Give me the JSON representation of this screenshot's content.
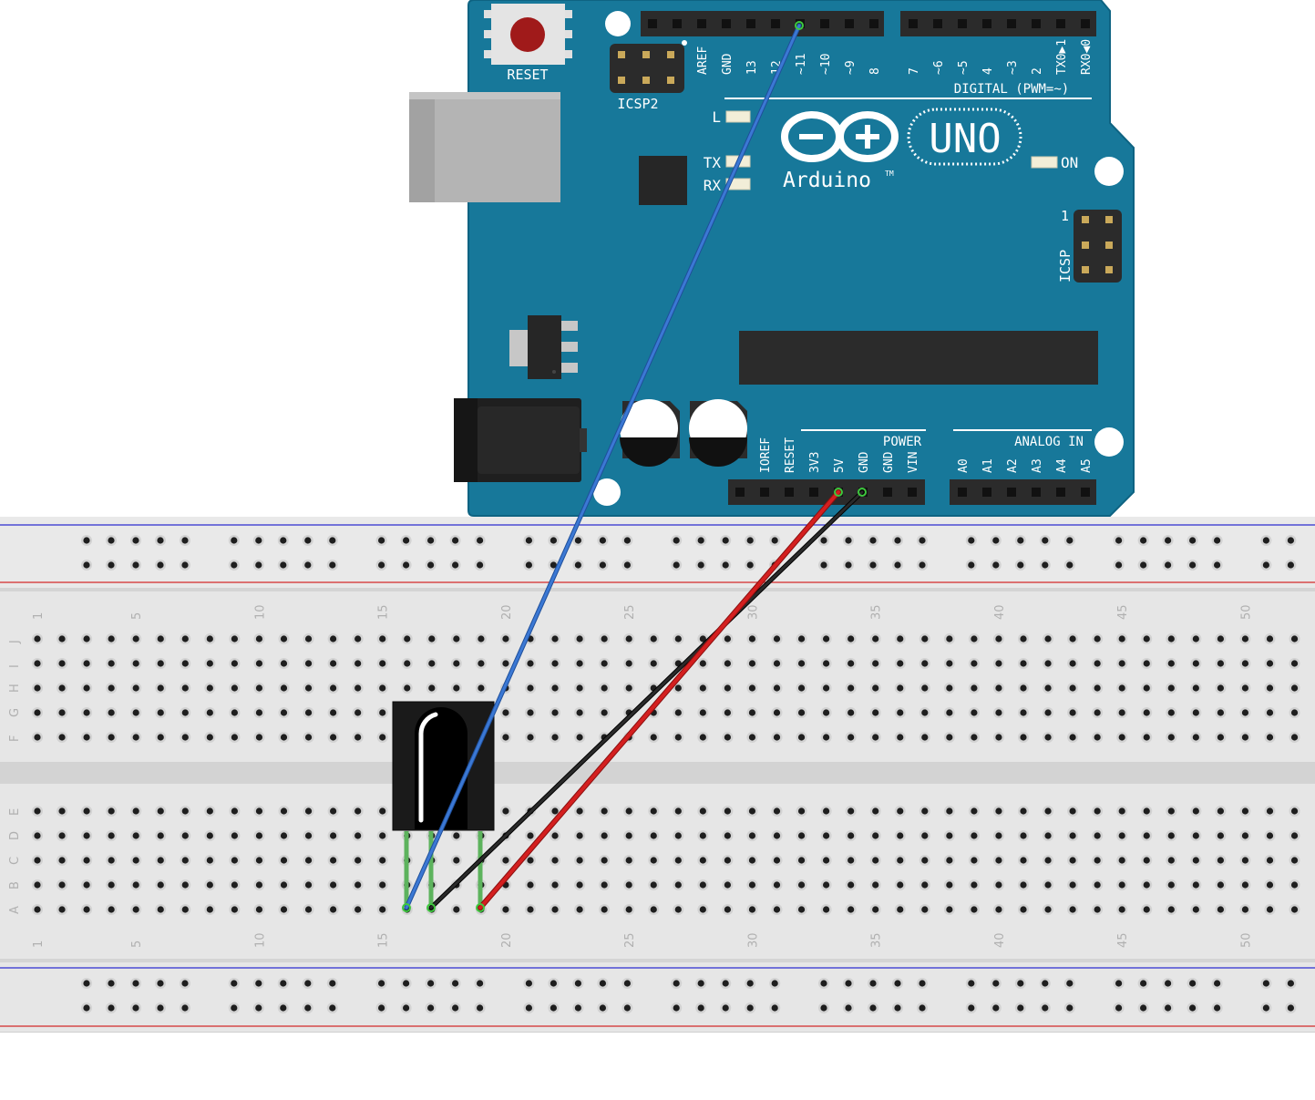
{
  "board": {
    "reset_label": "RESET",
    "icsp2_label": "ICSP2",
    "icsp_label": "ICSP",
    "icsp_pin1": "1",
    "digital_label": "DIGITAL (PWM=~)",
    "led_l": "L",
    "led_tx": "TX",
    "led_rx": "RX",
    "led_on": "ON",
    "brand": "Arduino",
    "trademark": "TM",
    "model": "UNO",
    "power_label": "POWER",
    "analog_label": "ANALOG IN",
    "digital_pins": [
      "AREF",
      "GND",
      "13",
      "12",
      "~11",
      "~10",
      "~9",
      "8",
      "7",
      "~6",
      "~5",
      "4",
      "~3",
      "2",
      "TX0▶1",
      "RX0◀0"
    ],
    "power_pins": [
      "IOREF",
      "RESET",
      "3V3",
      "5V",
      "GND",
      "GND",
      "VIN"
    ],
    "analog_pins": [
      "A0",
      "A1",
      "A2",
      "A3",
      "A4",
      "A5"
    ]
  },
  "breadboard": {
    "row_letters_top": [
      "J",
      "I",
      "H",
      "G",
      "F"
    ],
    "row_letters_bottom": [
      "E",
      "D",
      "C",
      "B",
      "A"
    ],
    "column_numbers": [
      "1",
      "5",
      "10",
      "15",
      "20",
      "25",
      "30",
      "35",
      "40",
      "45",
      "50"
    ]
  },
  "wires": [
    {
      "color": "#3b78d4",
      "from": "~11",
      "to": "A16"
    },
    {
      "color": "#d41f1f",
      "from": "5V",
      "to": "A19"
    },
    {
      "color": "#1e1e1e",
      "from": "GND",
      "to": "A17"
    }
  ],
  "colors": {
    "board": "#17789a",
    "board_stroke": "#0e6382",
    "wire_blue": "#3b78d4",
    "wire_red": "#d41f1f",
    "wire_black": "#1e1e1e",
    "rail_blue": "#2d2dd0",
    "rail_red": "#d42a2a"
  }
}
